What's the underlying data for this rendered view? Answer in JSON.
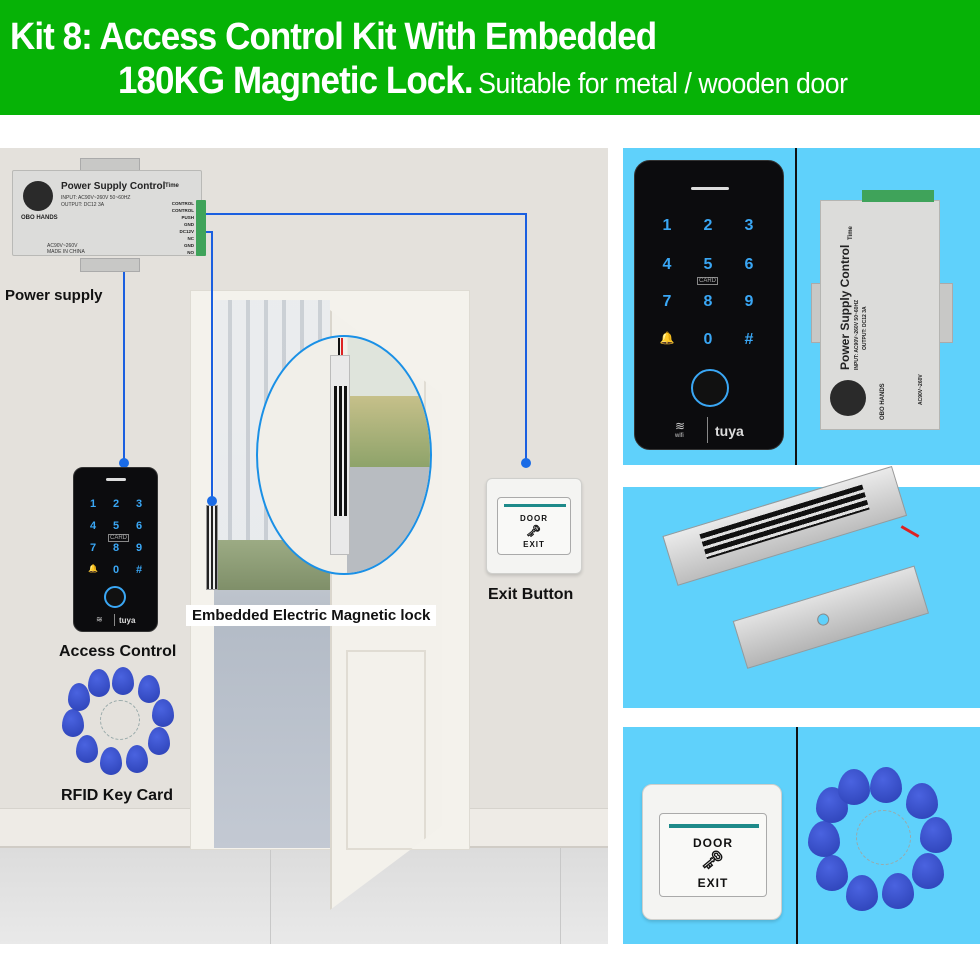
{
  "header": {
    "line1": "Kit 8: Access Control Kit With Embedded",
    "line2_bold": "180KG Magnetic Lock.",
    "line2_regular": "Suitable for metal / wooden door",
    "background_color": "#06b206",
    "text_color": "#ffffff"
  },
  "scene": {
    "labels": {
      "power_supply": "Power supply",
      "access_control": "Access Control",
      "rfid_key_card": "RFID Key Card",
      "maglock": "Embedded Electric Magnetic lock",
      "exit_button": "Exit Button"
    },
    "wire_color": "#1a5fe0",
    "highlight_color": "#1a90e6"
  },
  "power_supply": {
    "title": "Power Supply Control",
    "input": "INPUT: AC90V~260V 50~60HZ",
    "output": "OUTPUT: DC12 3A",
    "brand": "OBO HANDS",
    "voltage": "AC90V~260V",
    "made_in": "MADE IN CHINA",
    "time_label": "Time",
    "terminals": [
      "CONTROL",
      "CONTROL",
      "PUSH",
      "GND",
      "DC12V",
      "NC",
      "GND",
      "NO"
    ]
  },
  "keypad": {
    "keys": [
      "1",
      "2",
      "3",
      "4",
      "5",
      "6",
      "7",
      "8",
      "9",
      "🔔",
      "0",
      "#"
    ],
    "card_label": "CARD",
    "wifi_label": "wifi",
    "brand": "tuya"
  },
  "exit_button": {
    "top_text": "DOOR",
    "bottom_text": "EXIT",
    "icon": "key-icon"
  },
  "right_panels": {
    "background_color": "#5fd1fb",
    "panel1": [
      "keypad",
      "power-supply"
    ],
    "panel2": [
      "magnetic-lock"
    ],
    "panel3": [
      "exit-button",
      "rfid-key-fobs"
    ]
  }
}
